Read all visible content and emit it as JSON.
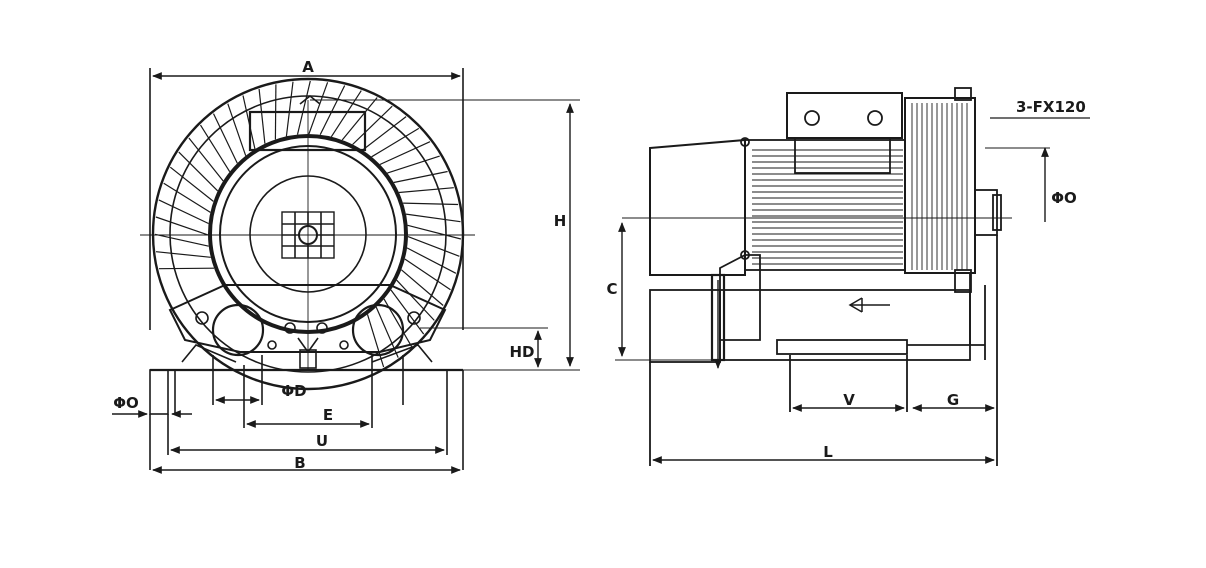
{
  "colors": {
    "ink": "#1a1a1a",
    "background": "#ffffff"
  },
  "front_view": {
    "dim_A": "A",
    "dim_H": "H",
    "dim_HD": "HD",
    "dim_phiD": "ΦD",
    "dim_E": "E",
    "dim_U": "U",
    "dim_B": "B",
    "dim_phiO": "ΦO"
  },
  "side_view": {
    "model_label": "3-FX120",
    "dim_phiO": "ΦO",
    "dim_C": "C",
    "dim_V": "V",
    "dim_G": "G",
    "dim_L": "L"
  }
}
